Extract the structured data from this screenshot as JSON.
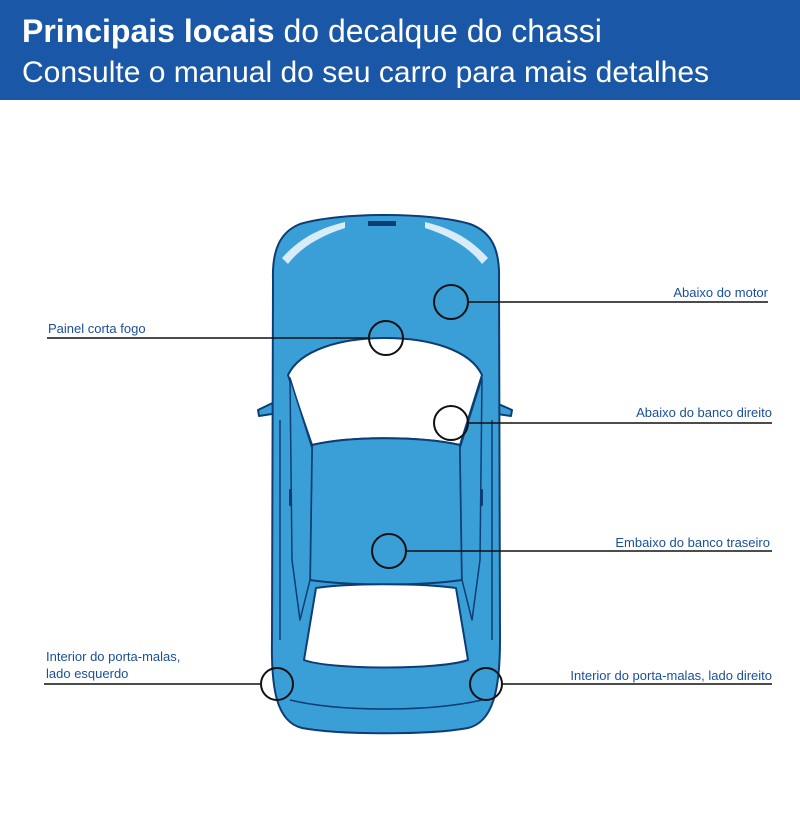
{
  "header": {
    "title_bold": "Principais locais",
    "title_rest": " do decalque do chassi",
    "subtitle": "Consulte o manual do seu carro para mais detalhes"
  },
  "labels": {
    "engine": "Abaixo do motor",
    "firewall": "Painel corta fogo",
    "right_seat": "Abaixo do banco direito",
    "rear_seat": "Embaixo do banco traseiro",
    "trunk_left_1": "Interior do porta-malas,",
    "trunk_left_2": "lado esquerdo",
    "trunk_right": "Interior do porta-malas, lado direito"
  },
  "colors": {
    "header_bg": "#1a57a6",
    "car_body": "#3a9fd6",
    "car_dark": "#0d3d75",
    "label_text": "#1a4f9a"
  }
}
